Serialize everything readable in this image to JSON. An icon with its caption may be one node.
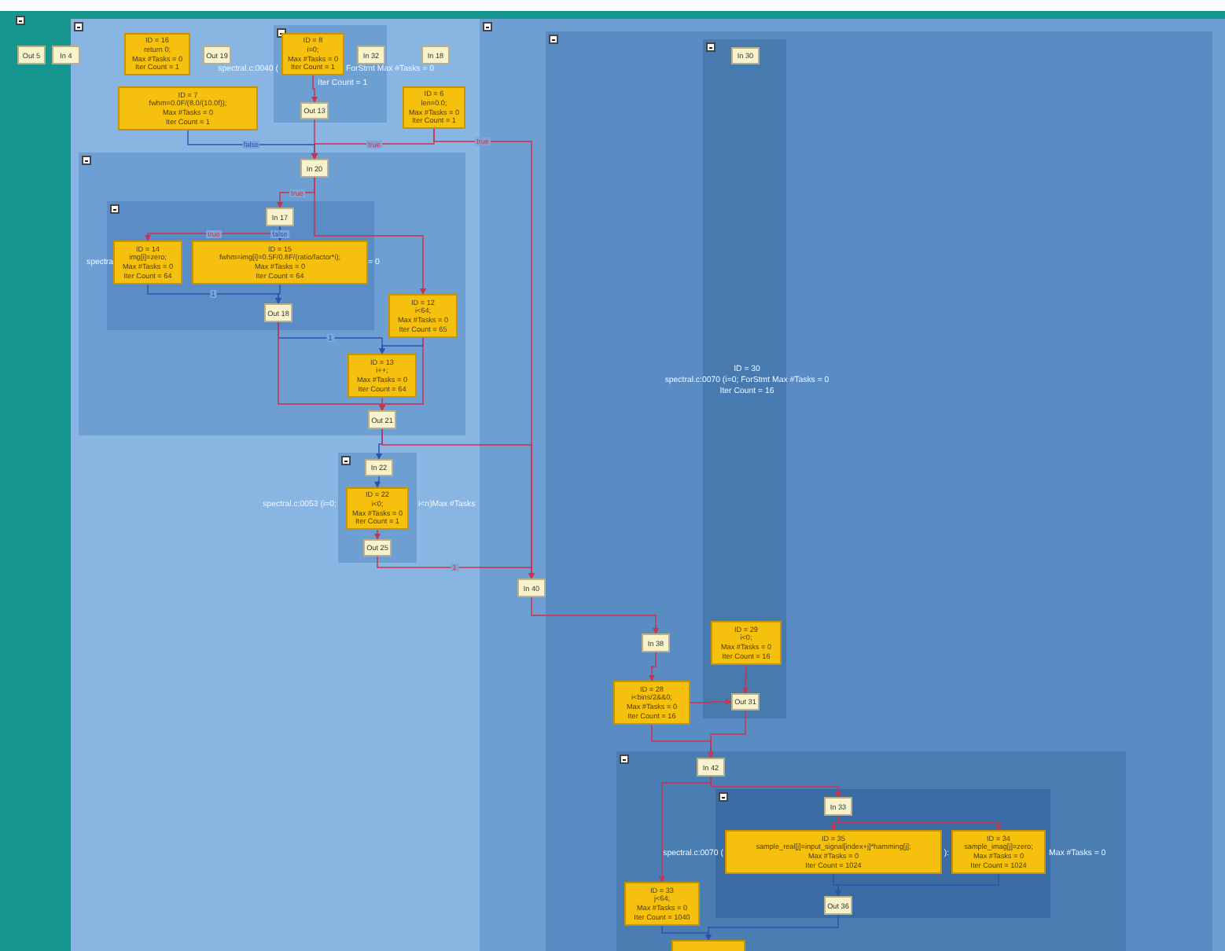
{
  "diagram": {
    "nodes": [
      {
        "text": [
          "Out 5"
        ]
      },
      {
        "text": [
          "In 4"
        ]
      },
      {
        "text": [],
        "shape": "box"
      },
      {
        "text": [
          "ID = 16",
          "return 0;",
          "Max #Tasks = 0",
          "Iter Count = 1"
        ],
        "in": 2
      },
      {
        "text": [
          "Out 19"
        ],
        "in": 2
      },
      {
        "text": [],
        "shape": "box",
        "in": 2
      },
      {
        "text": [
          "ID = 8",
          "i=0;",
          "Max #Tasks = 0",
          "Iter Count = 1"
        ],
        "in": 5
      },
      {
        "text": [
          "Out 13"
        ],
        "in": 5
      },
      {
        "text": [
          "In 32"
        ],
        "in": 5
      },
      {
        "text": [
          "In 18"
        ],
        "in": 2
      },
      {
        "text": [
          "ID = 7",
          "fwhm=0.0F/(8.0/(10.0f));",
          "Max #Tasks = 0",
          "Iter Count = 1"
        ],
        "in": 2
      },
      {
        "text": [
          "ID = 6",
          "len=0.0;",
          "Max #Tasks = 0",
          "Iter Count = 1"
        ],
        "in": 2
      },
      {
        "text": [],
        "shape": "box",
        "in": 2
      },
      {
        "text": [
          "In 20"
        ],
        "in": 12
      },
      {
        "text": [],
        "shape": "box",
        "in": 12
      },
      {
        "text": [
          "In 17"
        ],
        "in": 14
      },
      {
        "text": [
          "ID = 14",
          "img[i]=zero;",
          "Max #Tasks = 0",
          "Iter Count = 64"
        ],
        "in": 14
      },
      {
        "text": [
          "ID = 15",
          "fwhm=img[i]=0.5F/0.8F/(ratio/factor*i);",
          "Max #Tasks = 0",
          "Iter Count = 64"
        ],
        "in": 14
      },
      {
        "text": [
          "Out 18"
        ],
        "in": 14
      },
      {
        "text": [
          "ID = 12",
          "i<64;",
          "Max #Tasks = 0",
          "Iter Count = 65"
        ],
        "in": 12
      },
      {
        "text": [
          "ID = 13",
          "i++;",
          "Max #Tasks = 0",
          "Iter Count = 64"
        ],
        "in": 12
      },
      {
        "text": [
          "Out 21"
        ],
        "in": 12
      },
      {
        "text": [],
        "shape": "box",
        "in": 2
      },
      {
        "text": [
          "In 22"
        ],
        "in": 22
      },
      {
        "text": [
          "ID = 22",
          "i<0;",
          "Max #Tasks = 0",
          "Iter Count = 1"
        ],
        "in": 22
      },
      {
        "text": [
          "Out 25"
        ],
        "in": 22
      },
      {
        "text": [],
        "shape": "box",
        "in": 2
      },
      {
        "text": [],
        "shape": "box",
        "in": 26
      },
      {
        "text": [],
        "shape": "box",
        "in": 27
      },
      {
        "text": [
          "In 30"
        ],
        "in": 28
      },
      {
        "text": [
          "ID = 29",
          "i<0;",
          "Max #Tasks = 0",
          "Iter Count = 16"
        ],
        "in": 28
      },
      {
        "text": [
          "Out 31"
        ],
        "in": 28
      },
      {
        "text": [
          "In 40"
        ],
        "in": 26
      },
      {
        "text": [
          "In 38"
        ],
        "in": 27
      },
      {
        "text": [
          "ID = 28",
          "i<bins/2&&0;",
          "Max #Tasks = 0",
          "Iter Count = 16"
        ],
        "in": 27
      },
      {
        "text": [
          "In 42"
        ],
        "in": 36
      },
      {
        "text": [],
        "shape": "box",
        "in": 27
      },
      {
        "text": [],
        "shape": "box",
        "in": 36
      },
      {
        "text": [
          "In 33"
        ],
        "in": 37
      },
      {
        "text": [
          "ID = 35",
          "sample_real[j]=input_signal[index+j]*hamming[j];",
          "Max #Tasks = 0",
          "Iter Count = 1024"
        ],
        "in": 37
      },
      {
        "text": [
          "ID = 34",
          "sample_imag[j]=zero;",
          "Max #Tasks = 0",
          "Iter Count = 1024"
        ],
        "in": 37
      },
      {
        "text": [
          "Out 36"
        ],
        "in": 37
      },
      {
        "text": [
          "ID = 33",
          "j<64;",
          "Max #Tasks = 0",
          "Iter Count = 1040"
        ],
        "in": 36
      },
      {
        "text": [],
        "shape": "box",
        "in": 36
      }
    ],
    "edges": [
      {
        "from": 6,
        "to": 7,
        "arrow": "to"
      },
      {
        "from": 7,
        "to": 13,
        "arrow": "to"
      },
      {
        "from": 10,
        "to": 13,
        "arrow": "to",
        "label": "false",
        "color": "#3050b0"
      },
      {
        "from": 11,
        "to": 13,
        "arrow": "to",
        "label": "true"
      },
      {
        "from": 13,
        "to": 15,
        "arrow": "to",
        "label": "true"
      },
      {
        "from": 15,
        "to": 16,
        "arrow": "to",
        "label": "true"
      },
      {
        "from": 15,
        "to": 17,
        "arrow": "to",
        "label": "false",
        "color": "#3050b0"
      },
      {
        "from": 16,
        "to": 18,
        "arrow": "to",
        "label": "1",
        "color": "#3050b0"
      },
      {
        "from": 17,
        "to": 18,
        "arrow": "to",
        "color": "#3050b0"
      },
      {
        "from": 13,
        "to": 19,
        "arrow": "to"
      },
      {
        "from": 18,
        "to": 20,
        "arrow": "to",
        "label": "1",
        "color": "#3050b0"
      },
      {
        "from": 19,
        "to": 20,
        "arrow": "to",
        "color": "#3050b0"
      },
      {
        "from": 20,
        "to": 21,
        "arrow": "to"
      },
      {
        "from": 18,
        "to": 21,
        "arrow": "to"
      },
      {
        "from": 19,
        "to": 21,
        "arrow": "to"
      },
      {
        "from": 21,
        "to": 23,
        "arrow": "to",
        "color": "#3050b0"
      },
      {
        "from": 23,
        "to": 24,
        "arrow": "to",
        "color": "#3050b0"
      },
      {
        "from": 24,
        "to": 25,
        "arrow": "to"
      },
      {
        "from": 25,
        "to": 32,
        "arrow": "to",
        "label": "1"
      },
      {
        "from": 21,
        "to": 32,
        "arrow": "to"
      },
      {
        "from": 11,
        "to": 32,
        "arrow": "to",
        "label": "true"
      },
      {
        "from": 32,
        "to": 33,
        "arrow": "to"
      },
      {
        "from": 33,
        "to": 34,
        "arrow": "to"
      },
      {
        "from": 30,
        "to": 31,
        "arrow": "to"
      },
      {
        "from": 34,
        "to": 31,
        "arrow": "to"
      },
      {
        "from": 34,
        "to": 35,
        "arrow": "to"
      },
      {
        "from": 31,
        "to": 35,
        "arrow": "to"
      },
      {
        "from": 35,
        "to": 38,
        "arrow": "to"
      },
      {
        "from": 35,
        "to": 42,
        "arrow": "to"
      },
      {
        "from": 38,
        "to": 39,
        "arrow": "to"
      },
      {
        "from": 38,
        "to": 40,
        "arrow": "to"
      },
      {
        "from": 39,
        "to": 41,
        "arrow": "to",
        "color": "#3050b0"
      },
      {
        "from": 40,
        "to": 41,
        "arrow": "to",
        "color": "#3050b0"
      },
      {
        "from": 41,
        "to": 43,
        "arrow": "to",
        "color": "#3050b0"
      },
      {
        "from": 42,
        "to": 43,
        "arrow": "to",
        "color": "#3050b0"
      }
    ],
    "labels": [
      "spectral.c:0040 (",
      "ForStmt Max #Tasks = 0",
      "Iter Count = 1",
      "spectra",
      "= 0",
      "spectral.c:0053 (i=0;",
      "i<n)Max #Tasks",
      "ID = 30",
      "spectral.c:0070 (i=0; ForStmt Max #Tasks = 0",
      "Iter Count = 16",
      "spectral.c:0070 (",
      "):",
      "Max #Tasks = 0"
    ]
  }
}
